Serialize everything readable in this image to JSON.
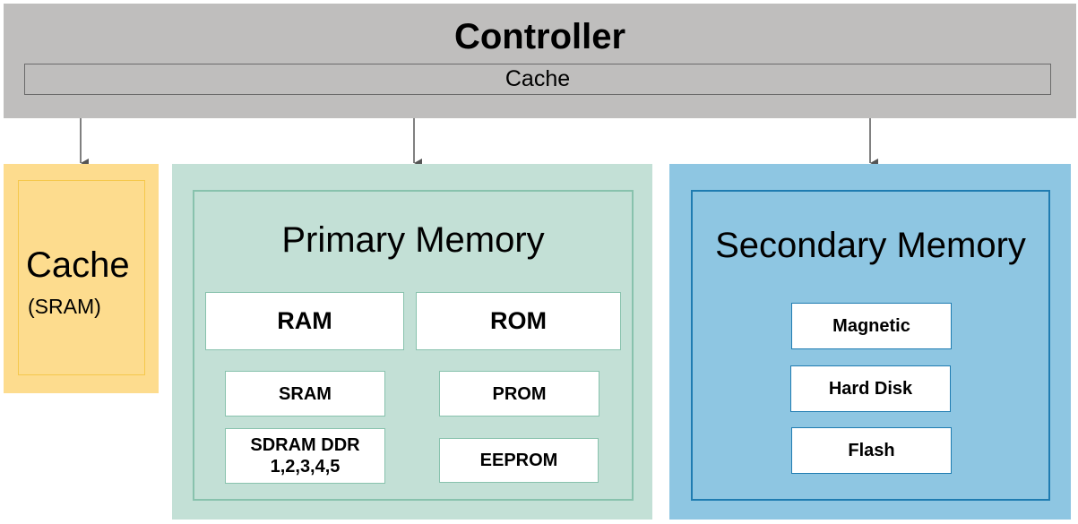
{
  "controller": {
    "title": "Controller",
    "cache_label": "Cache"
  },
  "cache_block": {
    "title": "Cache",
    "subtitle": "(SRAM)"
  },
  "primary": {
    "title": "Primary Memory",
    "ram_label": "RAM",
    "rom_label": "ROM",
    "ram_types": [
      "SRAM",
      "SDRAM DDR 1,2,3,4,5"
    ],
    "rom_types": [
      "PROM",
      "EEPROM"
    ]
  },
  "secondary": {
    "title": "Secondary Memory",
    "types": [
      "Magnetic",
      "Hard Disk",
      "Flash"
    ]
  },
  "colors": {
    "controller": "#bfbebd",
    "cache": "#fddc8e",
    "primary": "#c3e0d6",
    "secondary": "#8ec6e2"
  }
}
